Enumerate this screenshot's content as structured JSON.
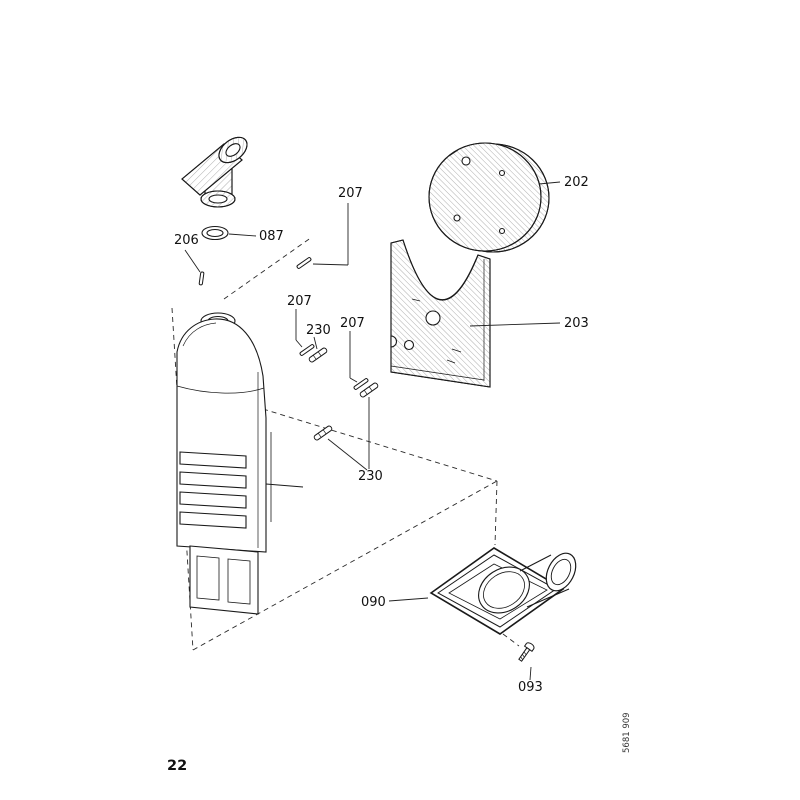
{
  "page": {
    "number": "22",
    "doc_code": "5681 909"
  },
  "callouts": {
    "c207_top": "207",
    "c206": "206",
    "c087": "087",
    "c207_mid": "207",
    "c230_mid": "230",
    "c207_right": "207",
    "c202": "202",
    "c203": "203",
    "c230_lower": "230",
    "c090": "090",
    "c093": "093"
  },
  "colors": {
    "line": "#1a1a1a",
    "background": "#ffffff",
    "hatch": "#8f8f8f"
  }
}
